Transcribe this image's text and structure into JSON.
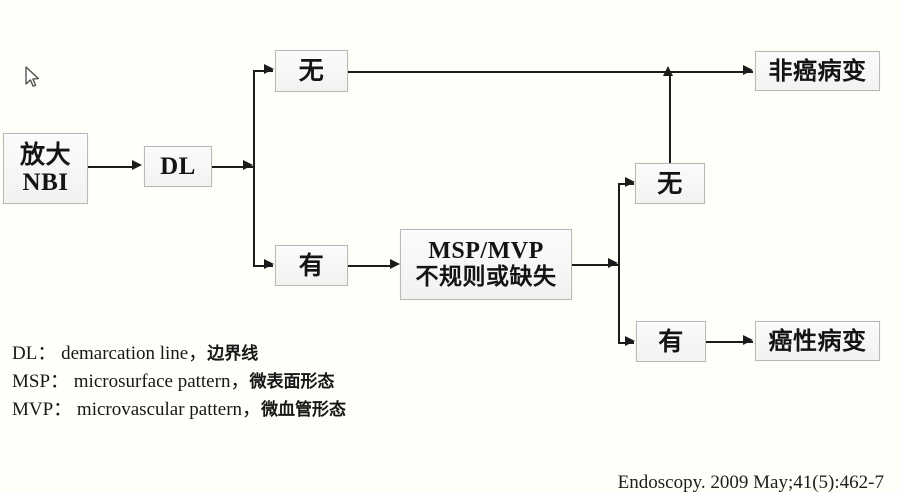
{
  "diagram": {
    "title": "Magnifying NBI diagnostic flowchart",
    "nodes": {
      "magnifying_nbi": {
        "line1": "放大",
        "line2": "NBI"
      },
      "dl": {
        "label": "DL"
      },
      "dl_absent": {
        "label": "无"
      },
      "dl_present": {
        "label": "有"
      },
      "pattern": {
        "line1": "MSP/MVP",
        "line2": "不规则或缺失"
      },
      "pattern_absent": {
        "label": "无"
      },
      "pattern_present": {
        "label": "有"
      },
      "noncancer": {
        "label": "非癌病变"
      },
      "cancer": {
        "label": "癌性病变"
      }
    },
    "colors": {
      "line": "#1b1b1b",
      "box_border": "#b9b9b9",
      "box_fill": "#f6f6f4",
      "background": "#fffffa",
      "text": "#141414"
    }
  },
  "legend": {
    "rows": [
      {
        "abbr": "DL： demarcation line，",
        "zh": "边界线"
      },
      {
        "abbr": "MSP： microsurface pattern，",
        "zh": "微表面形态"
      },
      {
        "abbr": "MVP： microvascular pattern，",
        "zh": "微血管形态"
      }
    ]
  },
  "citation": {
    "text": "Endoscopy. 2009 May;41(5):462-7"
  },
  "cursor": {
    "icon": "mouse-pointer-icon"
  }
}
